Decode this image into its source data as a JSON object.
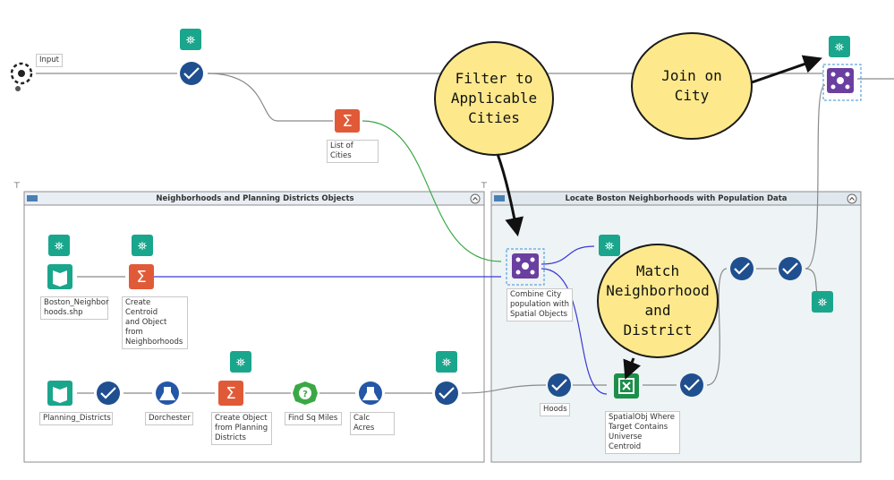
{
  "containers": {
    "left_title": "Neighborhoods and Planning Districts Objects",
    "right_title": "Locate Boston Neighborhoods with Population Data"
  },
  "labels": {
    "input": "Input",
    "list_of_cities": "List of Cities",
    "boston_neighborhoods": "Boston_Neighbor\nhoods.shp",
    "create_centroid": "Create Centroid\nand Object from\nNeighborhoods",
    "planning_districts": "Planning_Districts",
    "dorchester": "Dorchester",
    "create_object": "Create Object\nfrom Planning\nDistricts",
    "find_sq_miles": "Find Sq Miles",
    "calc_acres": "Calc Acres",
    "combine_city": "Combine City\npopulation with\nSpatial Objects",
    "hoods": "Hoods",
    "spatialobj": "SpatialObj Where\nTarget Contains\nUniverse Centroid"
  },
  "annotations": {
    "filter": "Filter to\nApplicable\nCities",
    "join": "Join on\nCity",
    "match": "Match\nNeighborhood\nand\nDistrict"
  },
  "colors": {
    "browse": "#1aa68c",
    "filter": "#1f4f8f",
    "summarize": "#e15a37",
    "join": "#6a3fa0",
    "formula": "#2457a6",
    "input": "#1aa68c",
    "spatial": "#1c8f4a",
    "blue_wire": "#3a3ad6",
    "green_wire": "#3aa845",
    "gray_wire": "#8a8a8a"
  }
}
